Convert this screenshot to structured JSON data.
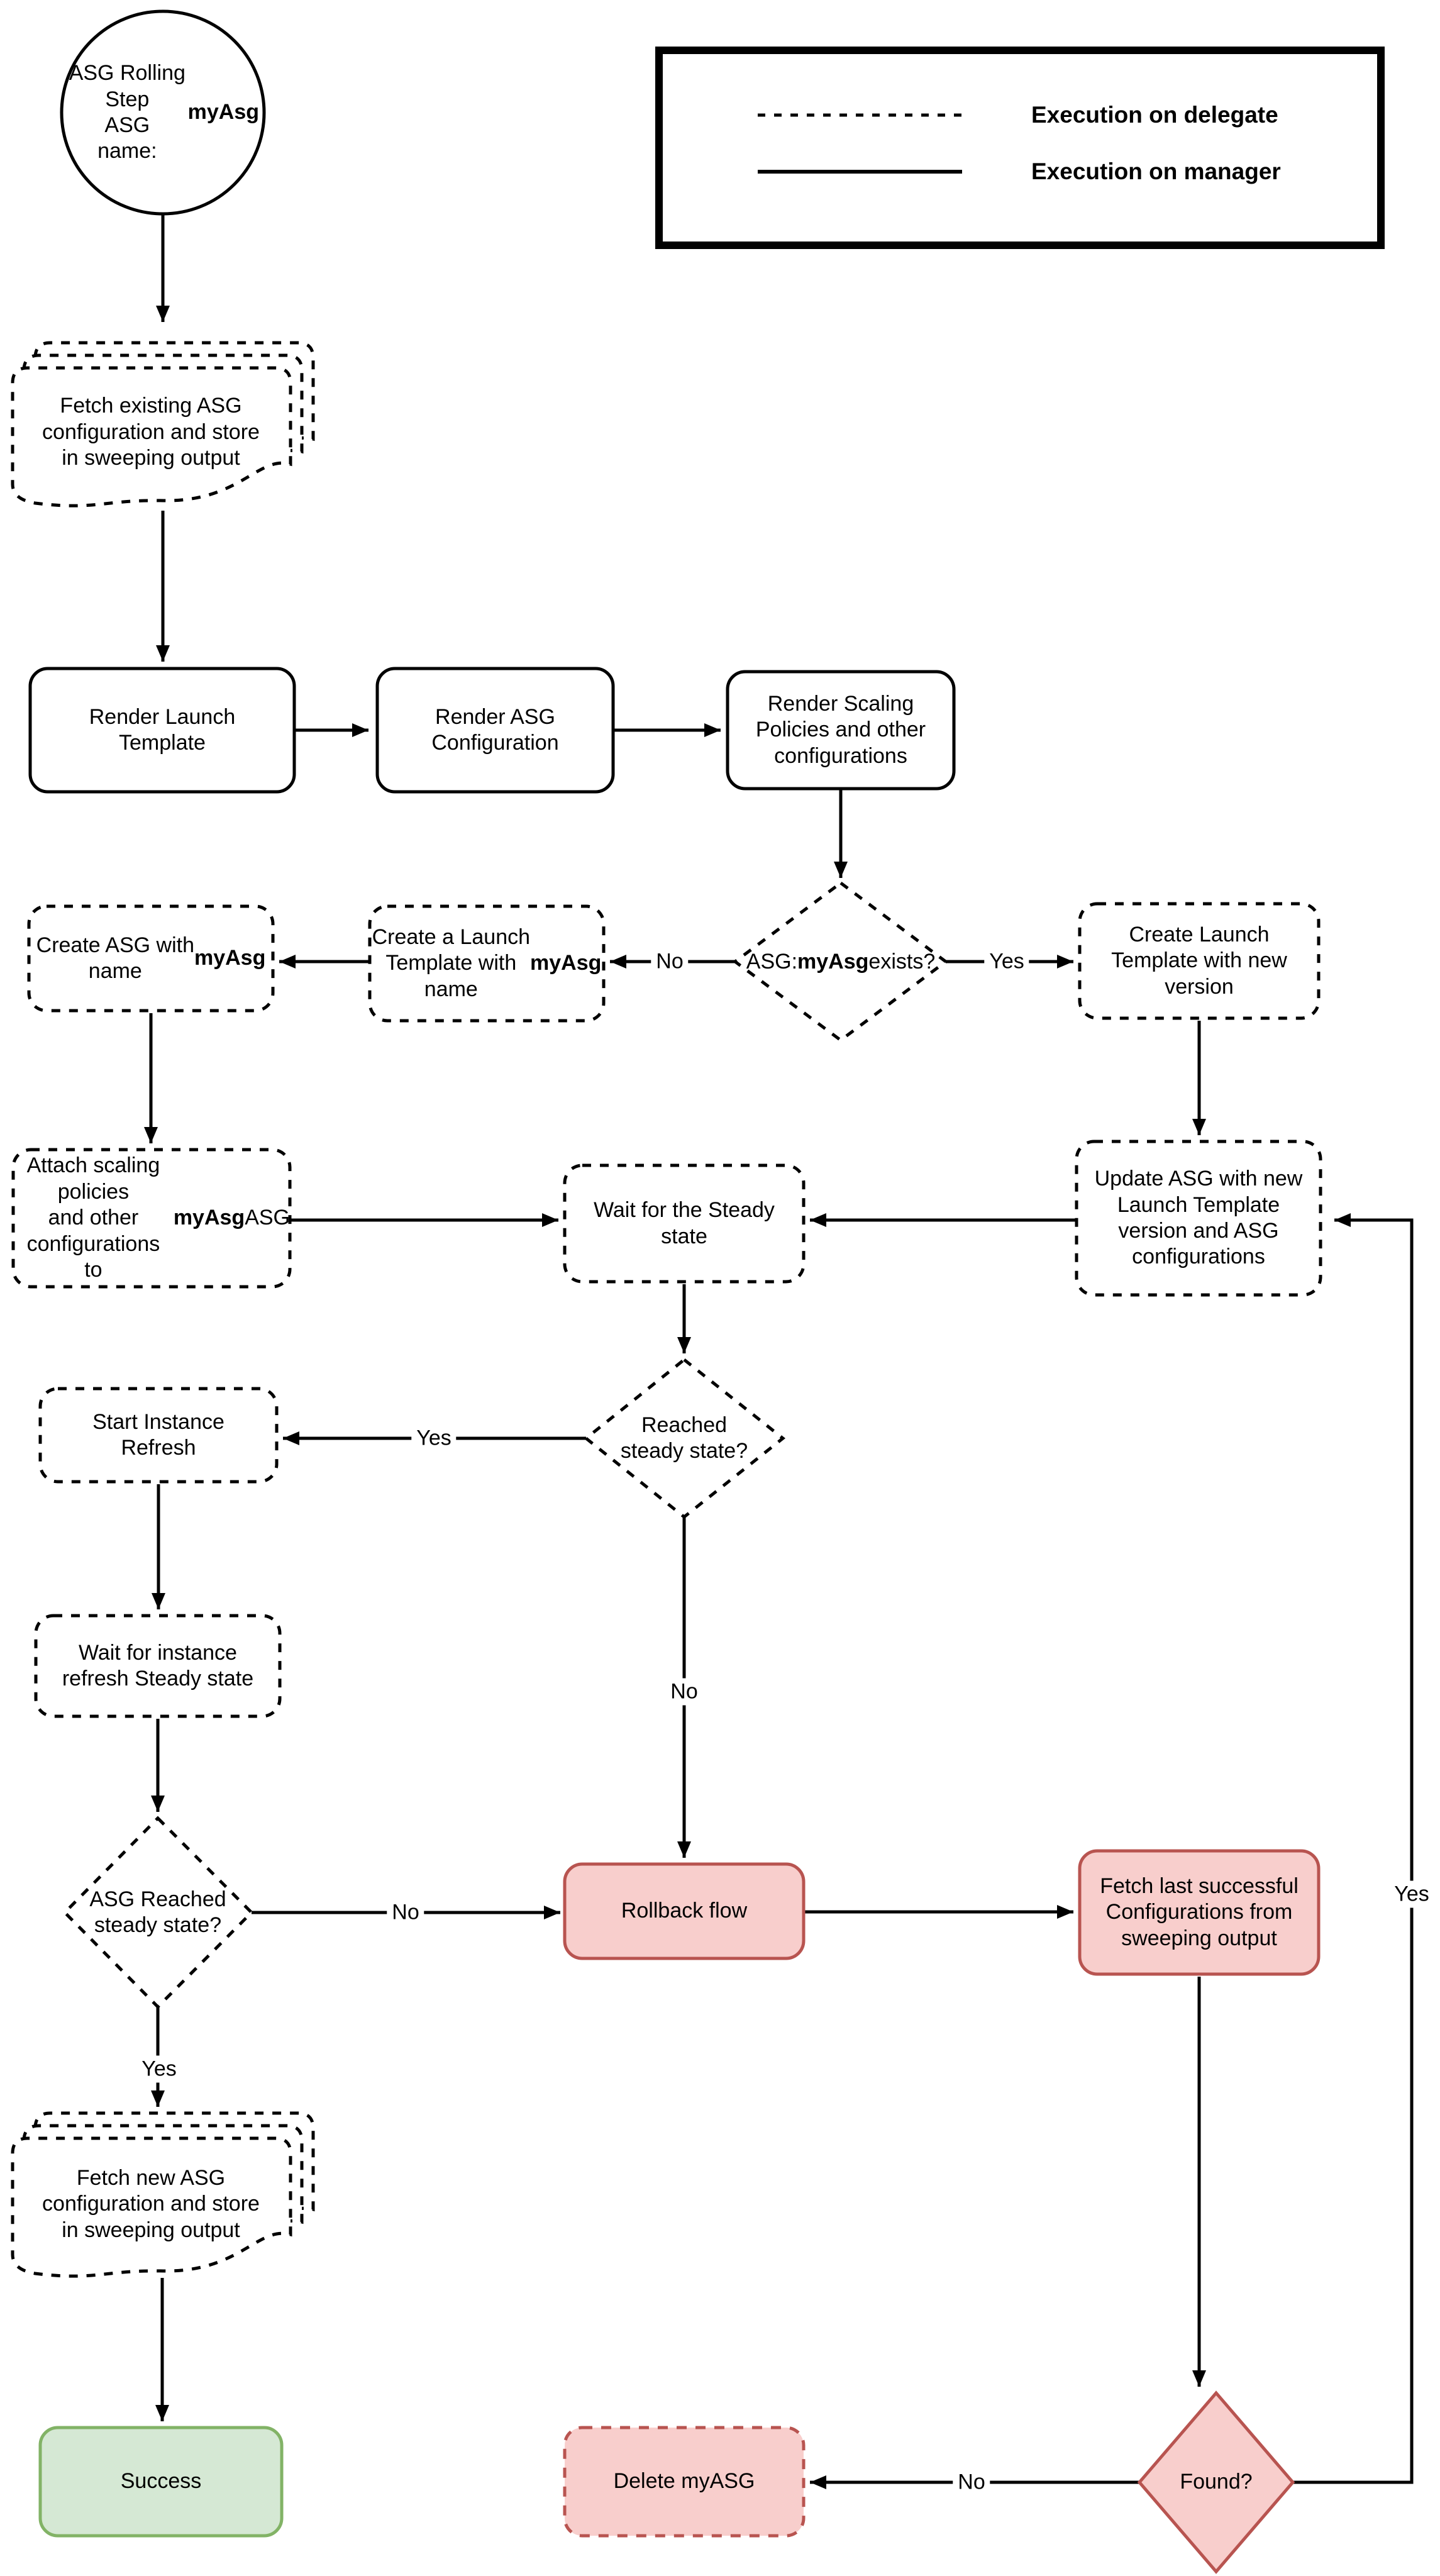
{
  "colors": {
    "pink-fill": "#f8cecc",
    "pink-stroke": "#b85450",
    "green-fill": "#d5e8d4",
    "green-stroke": "#82b366",
    "line": "#000000"
  },
  "legend": {
    "delegate_label": "Execution on delegate",
    "manager_label": "Execution on manager"
  },
  "labels": {
    "asg_exists_no": "No",
    "asg_exists_yes": "Yes",
    "reached_yes": "Yes",
    "reached_no": "No",
    "asg_reached_no": "No",
    "asg_reached_yes": "Yes",
    "found_no": "No",
    "found_yes": "Yes"
  },
  "nodes": {
    "start": [
      {
        "t": "ASG Rolling Step\nASG\nname: "
      },
      {
        "t": "myAsg",
        "b": true
      }
    ],
    "fetch_existing": "Fetch existing ASG\nconfiguration and store\nin sweeping output",
    "render_launch_template": "Render Launch\nTemplate",
    "render_asg_config": "Render ASG\nConfiguration",
    "render_scaling": "Render Scaling\nPolicies and other\nconfigurations",
    "asg_exists": [
      {
        "t": "ASG:\n"
      },
      {
        "t": "myAsg",
        "b": true
      },
      {
        "t": " exists?"
      }
    ],
    "create_launch_template": [
      {
        "t": "Create a Launch\nTemplate with\nname "
      },
      {
        "t": "myAsg",
        "b": true
      }
    ],
    "create_asg": [
      {
        "t": "Create ASG with\nname "
      },
      {
        "t": "myAsg",
        "b": true
      }
    ],
    "create_lt_new_version": "Create Launch\nTemplate with new\nversion",
    "attach_scaling": [
      {
        "t": "Attach scaling policies\nand other configurations\nto "
      },
      {
        "t": "myAsg",
        "b": true
      },
      {
        "t": " ASG"
      }
    ],
    "wait_steady": "Wait for the Steady\nstate",
    "update_asg": "Update ASG with new\nLaunch Template\nversion and ASG\nconfigurations",
    "reached_steady": "Reached\nsteady state?",
    "start_instance_refresh": "Start Instance\nRefresh",
    "wait_instance_refresh": "Wait for instance\nrefresh Steady state",
    "asg_reached_steady": "ASG Reached\nsteady state?",
    "rollback": "Rollback flow",
    "fetch_last": "Fetch last successful\nConfigurations from\nsweeping output",
    "fetch_new": "Fetch new ASG\nconfiguration and store\nin sweeping output",
    "success": "Success",
    "delete_myasg": "Delete myASG",
    "found": "Found?"
  }
}
